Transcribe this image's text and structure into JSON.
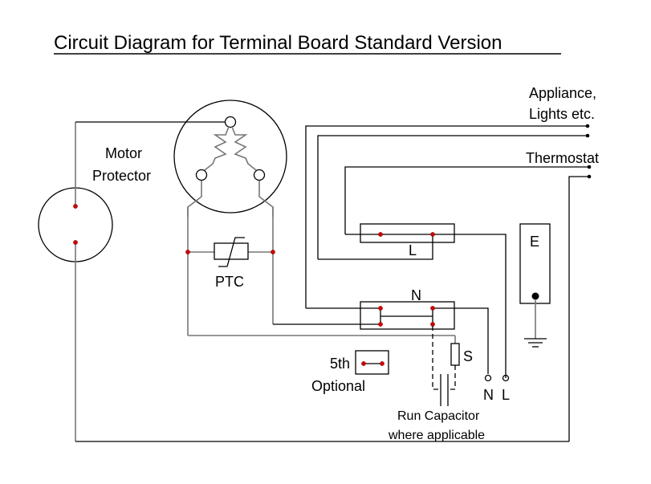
{
  "title": "Circuit Diagram for Terminal Board Standard Version",
  "labels": {
    "motor_protector_line1": "Motor",
    "motor_protector_line2": "Protector",
    "ptc": "PTC",
    "appliance_line1": "Appliance,",
    "appliance_line2": "Lights etc.",
    "thermostat": "Thermostat",
    "terminal_L": "L",
    "terminal_N": "N",
    "earth": "E",
    "fifth_line1": "5th",
    "fifth_line2": "Optional",
    "start_cap": "S",
    "supply_N": "N",
    "supply_L": "L",
    "run_cap_line1": "Run Capacitor",
    "run_cap_line2": "where applicable"
  },
  "colors": {
    "wire": "#000000",
    "wire_secondary": "#777777",
    "node": "#d40000"
  }
}
